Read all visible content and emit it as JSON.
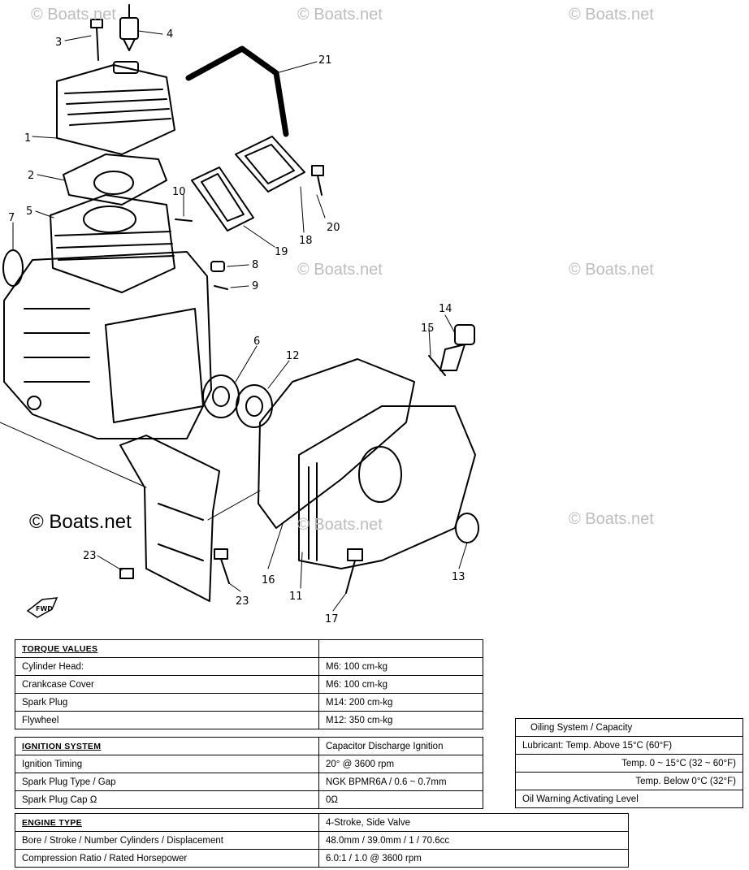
{
  "watermarks": {
    "w1": "© Boats.net",
    "w2": "© Boats.net",
    "w3": "© Boats.net",
    "w4": "© Boats.net",
    "w5": "© Boats.net",
    "w6": "© Boats.net",
    "w7": "© Boats.net",
    "w8": "© Boats.net"
  },
  "callouts": {
    "c1": "1",
    "c2": "2",
    "c3": "3",
    "c4": "4",
    "c5": "5",
    "c6": "6",
    "c7": "7",
    "c8": "8",
    "c9": "9",
    "c10": "10",
    "c11": "11",
    "c12": "12",
    "c13": "13",
    "c14": "14",
    "c15": "15",
    "c16": "16",
    "c17": "17",
    "c18": "18",
    "c19": "19",
    "c20": "20",
    "c21": "21",
    "c23a": "23",
    "c23b": "23"
  },
  "fwd_label": "FWD",
  "torque": {
    "header": "TORQUE VALUES",
    "rows": [
      {
        "label": "Cylinder Head:",
        "value": "M6: 100 cm-kg"
      },
      {
        "label": "Crankcase Cover",
        "value": "M6: 100 cm-kg"
      },
      {
        "label": "Spark Plug",
        "value": "M14: 200 cm-kg"
      },
      {
        "label": "Flywheel",
        "value": "M12: 350 cm-kg"
      }
    ]
  },
  "ignition": {
    "header": "IGNITION SYSTEM",
    "header_value": "Capacitor Discharge Ignition",
    "rows": [
      {
        "label": "Ignition Timing",
        "value": "20° @ 3600 rpm"
      },
      {
        "label": "Spark Plug Type / Gap",
        "value": "NGK BPMR6A / 0.6 ~ 0.7mm"
      },
      {
        "label": "Spark Plug Cap Ω",
        "value": "0Ω"
      }
    ]
  },
  "engine": {
    "header": "ENGINE TYPE",
    "header_value": "4-Stroke, Side Valve",
    "rows": [
      {
        "label": "Bore / Stroke / Number Cylinders / Displacement",
        "value": "48.0mm / 39.0mm / 1 / 70.6cc"
      },
      {
        "label": "Compression Ratio / Rated Horsepower",
        "value": "6.0:1 / 1.0 @ 3600 rpm"
      }
    ]
  },
  "oil": {
    "title": "Oiling System / Capacity",
    "rows": [
      "Lubricant: Temp. Above 15°C (60°F)",
      "Temp. 0 ~ 15°C (32 ~ 60°F)",
      "Temp. Below 0°C (32°F)",
      "Oil Warning Activating Level"
    ]
  }
}
